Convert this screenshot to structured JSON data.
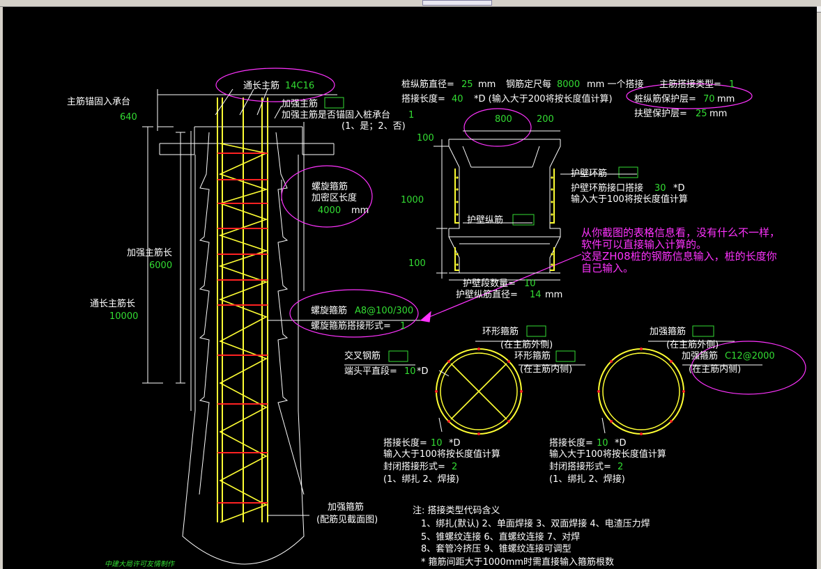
{
  "labels": {
    "anchor": "主筋锚固入承台",
    "anchor_val": "640",
    "through_main": "通长主筋",
    "through_main_spec": "14C16",
    "reinforce_main": "加强主筋",
    "reinforce_anchor": "加强主筋是否锚固入桩承台",
    "reinforce_anchor_val": "1",
    "reinforce_anchor_note": "(1、是；2、否)",
    "spiral": "螺旋箍筋",
    "dense_len": "加密区长度",
    "dense_len_val": "4000",
    "mm": "mm",
    "reinforce_main_len": "加强主筋长",
    "reinforce_main_len_val": "6000",
    "through_main_len": "通长主筋长",
    "through_main_len_val": "10000",
    "spiral_lbl": "螺旋箍筋",
    "spiral_spec": "A8@100/300",
    "spiral_lap": "螺旋箍筋搭接形式=",
    "spiral_lap_val": "1",
    "stirrup_bottom": "加强箍筋",
    "stirrup_bottom_note": "(配筋见截面图)",
    "pile_dia": "桩纵筋直径=",
    "pile_dia_val": "25",
    "bar_len": "钢筋定尺每",
    "bar_len_val": "8000",
    "bar_len_suffix": "mm 一个搭接",
    "main_lap_type": "主筋搭接类型=",
    "main_lap_type_val": "1",
    "lap_len": "搭接长度=",
    "lap_len_val": "40",
    "lap_len_note": "*D (输入大于200将按长度值计算)",
    "cover": "桩纵筋保护层=",
    "cover_val": "70",
    "wall_cover": "扶壁保护层=",
    "wall_cover_val": "25",
    "dim_800": "800",
    "dim_200": "200",
    "dim_100a": "100",
    "dim_1000": "1000",
    "dim_100b": "100",
    "wall_ring": "护壁环筋",
    "wall_ring_lap": "护壁环筋接口搭接",
    "wall_ring_lap_val": "30",
    "wall_ring_lap_unit": "*D",
    "wall_ring_note": "输入大于100将按长度值计算",
    "wall_long": "护壁纵筋",
    "wall_seg": "护壁段数量=",
    "wall_seg_val": "10",
    "wall_long_dia": "护壁纵筋直径=",
    "wall_long_dia_val": "14",
    "comment1": "从你截图的表格信息看，没有什么不一样，",
    "comment2": "软件可以直接输入计算的。",
    "comment3": "这是ZH08桩的钢筋信息输入，桩的长度你",
    "comment4": "自己输入。",
    "ring_stirrup": "环形箍筋",
    "outside_main": "(在主筋外侧)",
    "inside_main": "(在主筋内侧)",
    "cross_bar": "交叉钢筋",
    "end_straight": "端头平直段=",
    "end_straight_val": "10",
    "end_straight_unit": "*D",
    "lap_a": "搭接长度=",
    "lap_a_val": "10",
    "unit_d": "*D",
    "lap_note": "输入大于100将按长度值计算",
    "close_lap": "封闭搭接形式=",
    "close_lap_a_val": "2",
    "bind_weld": "(1、绑扎  2、焊接)",
    "reinforce_stirrup": "加强箍筋",
    "reinforce_stirrup2": "加强箍筋",
    "reinforce_stirrup2_spec": "C12@2000",
    "lap_b_val": "10",
    "close_lap_b_val": "2",
    "note_title": "注: 搭接类型代码含义",
    "note1": "1、绑扎(默认)   2、单面焊接    3、双面焊接    4、电渣压力焊",
    "note2": "5、锥螺纹连接   6、直螺纹连接    7、对焊",
    "note3": "8、套管冷挤压   9、锥螺纹连接可调型",
    "note4": "* 箍筋间距大于1000mm时需直接输入箍筋根数",
    "watermark": "中建大局许可友情制作"
  },
  "colors": {
    "bg": "#000000",
    "white": "#ffffff",
    "green": "#33dd33",
    "yellow": "#ffff33",
    "red": "#ff2222",
    "magenta": "#ff33ff"
  }
}
